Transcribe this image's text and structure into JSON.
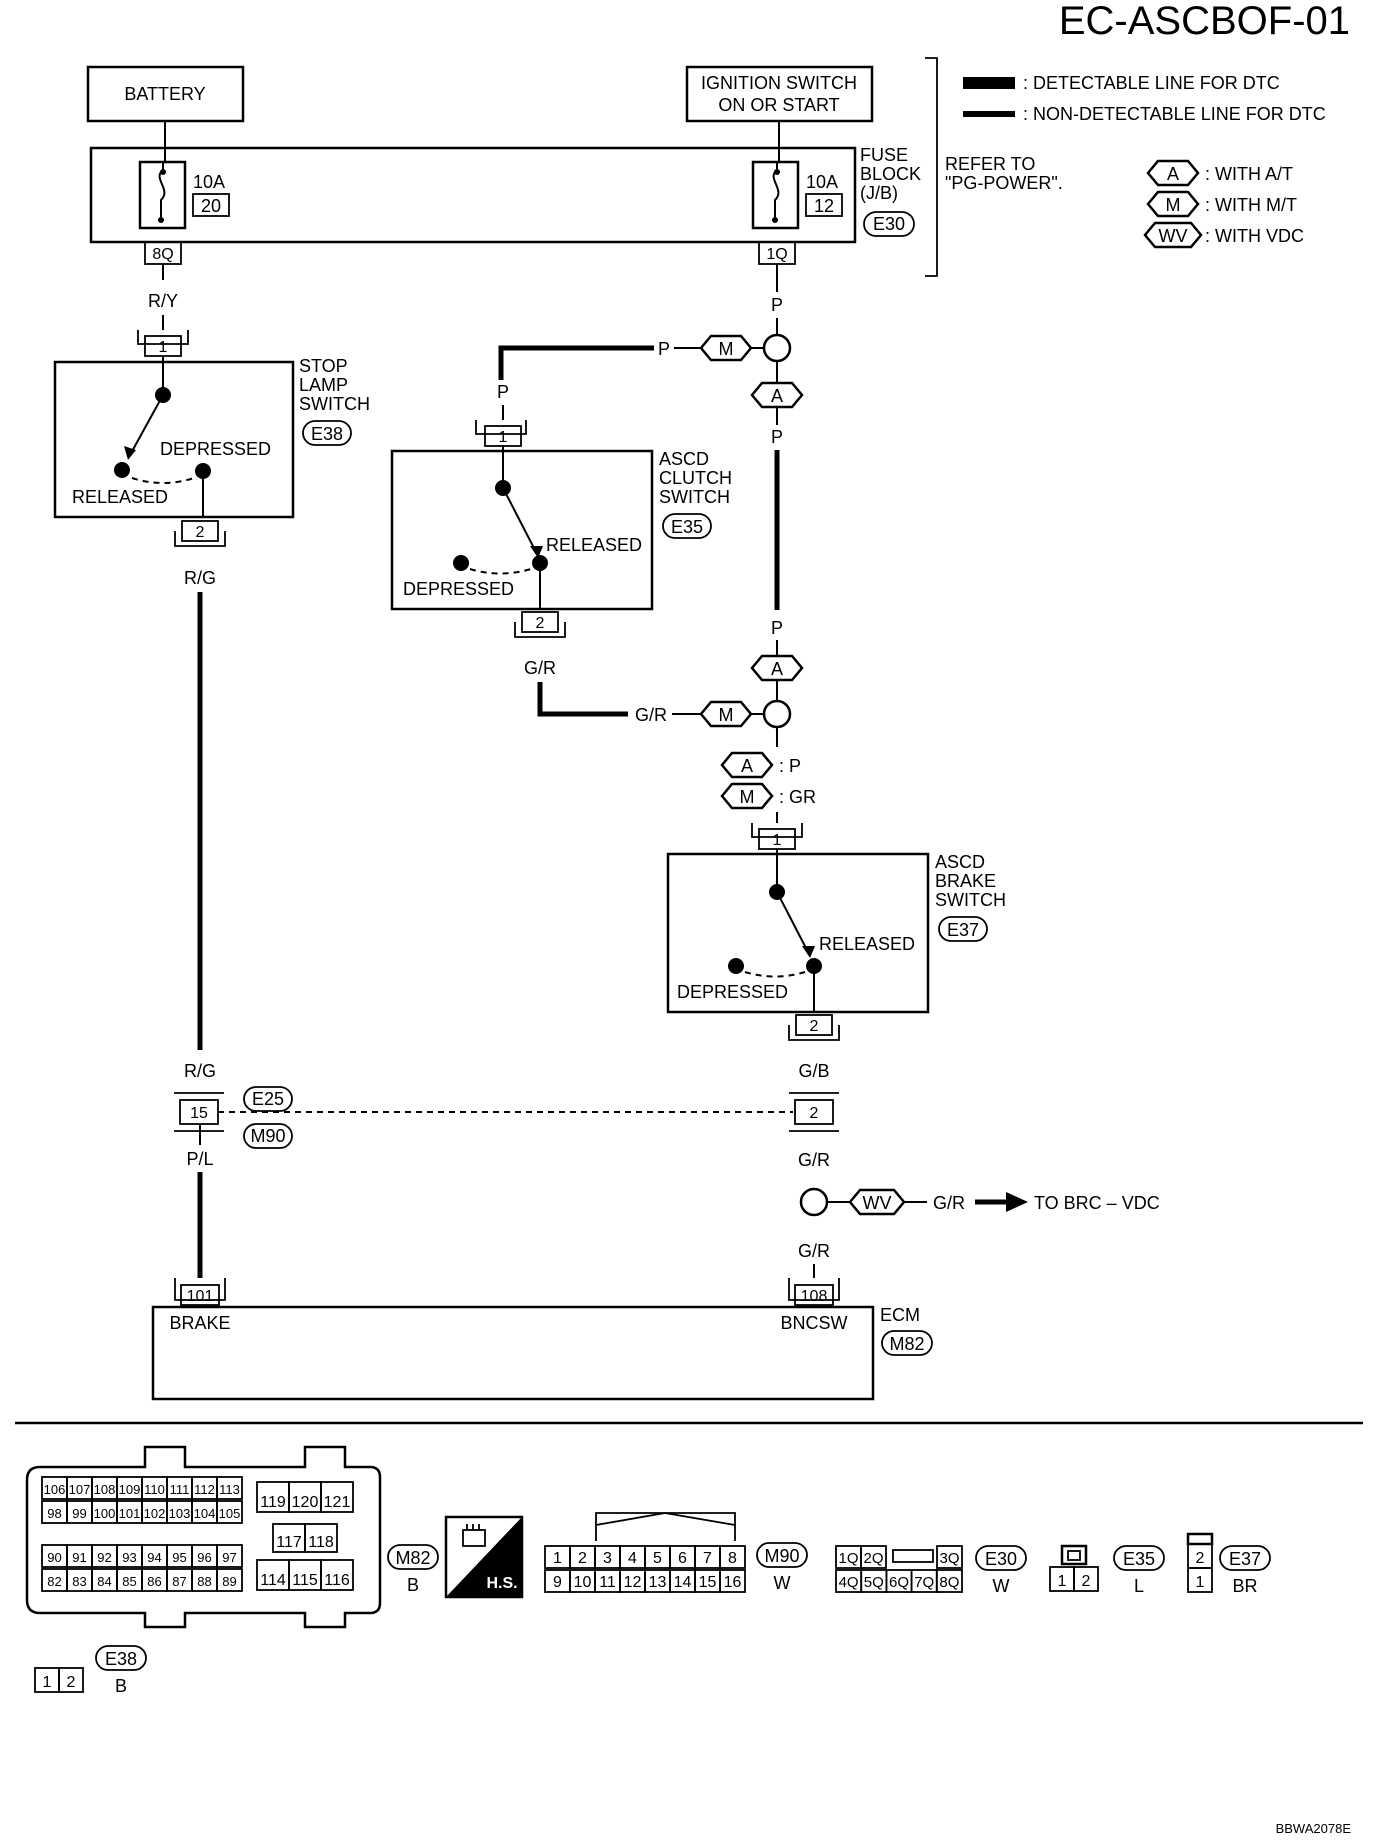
{
  "header": {
    "title": "EC-ASCBOF-01"
  },
  "legend": {
    "detectable": ": DETECTABLE LINE FOR DTC",
    "non_detectable": ": NON-DETECTABLE LINE FOR DTC",
    "refer_line1": "REFER TO",
    "refer_line2": "\"PG-POWER\".",
    "variants": [
      {
        "tag": "A",
        "desc": ": WITH A/T"
      },
      {
        "tag": "M",
        "desc": ": WITH M/T"
      },
      {
        "tag": "WV",
        "desc": ": WITH VDC"
      }
    ]
  },
  "power": {
    "battery": "BATTERY",
    "ignition_line1": "IGNITION SWITCH",
    "ignition_line2": "ON OR START",
    "fuse_left_amp": "10A",
    "fuse_left_num": "20",
    "fuse_right_amp": "10A",
    "fuse_right_num": "12",
    "fuse_block_line1": "FUSE",
    "fuse_block_line2": "BLOCK",
    "fuse_block_line3": "(J/B)",
    "fuse_block_conn": "E30",
    "term_left": "8Q",
    "term_right": "1Q"
  },
  "wires": {
    "ry": "R/Y",
    "p": "P",
    "rg": "R/G",
    "gr": "G/R",
    "gb": "G/B",
    "pl": "P/L",
    "a_p": ": P",
    "m_gr": ": GR",
    "to_brc": "TO BRC – VDC"
  },
  "stop_lamp": {
    "line1": "STOP",
    "line2": "LAMP",
    "line3": "SWITCH",
    "conn": "E38",
    "pin_top": "1",
    "pin_bottom": "2",
    "depressed": "DEPRESSED",
    "released": "RELEASED"
  },
  "clutch": {
    "line1": "ASCD",
    "line2": "CLUTCH",
    "line3": "SWITCH",
    "conn": "E35",
    "pin_top": "1",
    "pin_bottom": "2",
    "released": "RELEASED",
    "depressed": "DEPRESSED"
  },
  "brake_sw": {
    "line1": "ASCD",
    "line2": "BRAKE",
    "line3": "SWITCH",
    "conn": "E37",
    "pin_top": "1",
    "pin_bottom": "2",
    "released": "RELEASED",
    "depressed": "DEPRESSED"
  },
  "joint": {
    "pin_left": "15",
    "pin_right": "2",
    "conn_a": "E25",
    "conn_b": "M90"
  },
  "ecm": {
    "label": "ECM",
    "conn": "M82",
    "pin_left": "101",
    "pin_right": "108",
    "term_left": "BRAKE",
    "term_right": "BNCSW"
  },
  "connectors": {
    "m82_row1": [
      "106",
      "107",
      "108",
      "109",
      "110",
      "111",
      "112",
      "113"
    ],
    "m82_row2": [
      "98",
      "99",
      "100",
      "101",
      "102",
      "103",
      "104",
      "105"
    ],
    "m82_row3": [
      "90",
      "91",
      "92",
      "93",
      "94",
      "95",
      "96",
      "97"
    ],
    "m82_row4": [
      "82",
      "83",
      "84",
      "85",
      "86",
      "87",
      "88",
      "89"
    ],
    "m82_mid1": [
      "119",
      "120",
      "121"
    ],
    "m82_mid2": [
      "117",
      "118"
    ],
    "m82_mid3": [
      "114",
      "115",
      "116"
    ],
    "m82_id": "M82",
    "m82_color": "B",
    "hs": "H.S.",
    "m90_row1": [
      "1",
      "2",
      "3",
      "4",
      "5",
      "6",
      "7",
      "8"
    ],
    "m90_row2": [
      "9",
      "10",
      "11",
      "12",
      "13",
      "14",
      "15",
      "16"
    ],
    "m90_id": "M90",
    "m90_color": "W",
    "e30_row1": [
      "1Q",
      "2Q",
      "3Q"
    ],
    "e30_row2": [
      "4Q",
      "5Q",
      "6Q",
      "7Q",
      "8Q"
    ],
    "e30_id": "E30",
    "e30_color": "W",
    "e35_pins": [
      "1",
      "2"
    ],
    "e35_id": "E35",
    "e35_color": "L",
    "e37_pins": [
      "2",
      "1"
    ],
    "e37_id": "E37",
    "e37_color": "BR",
    "e38_pins": [
      "1",
      "2"
    ],
    "e38_id": "E38",
    "e38_color": "B"
  },
  "footer": {
    "code": "BBWA2078E"
  }
}
